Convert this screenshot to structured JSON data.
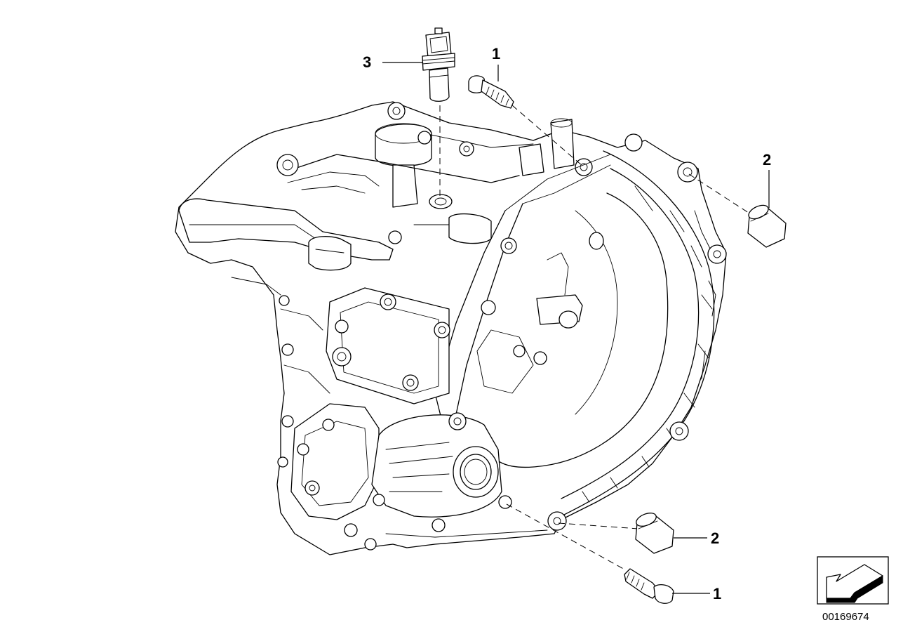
{
  "callouts": {
    "sensor": "3",
    "bolt_top": "1",
    "sleeve_top": "2",
    "sleeve_bottom": "2",
    "bolt_bottom": "1"
  },
  "diagram_number": "00169674",
  "icons": {
    "view_direction": "arrow-view-icon"
  }
}
